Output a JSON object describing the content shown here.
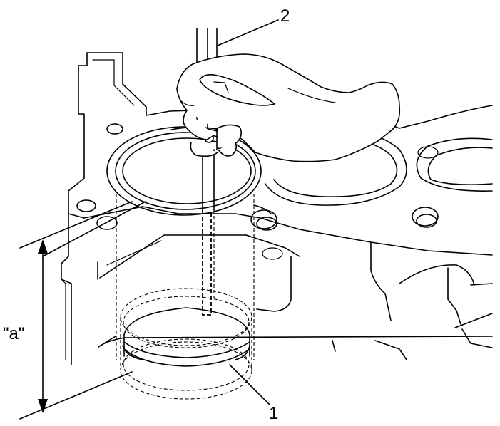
{
  "diagram": {
    "callouts": {
      "piston_ring": "1",
      "feeler_gauge": "2"
    },
    "dimension": {
      "label": "\"a\""
    }
  }
}
